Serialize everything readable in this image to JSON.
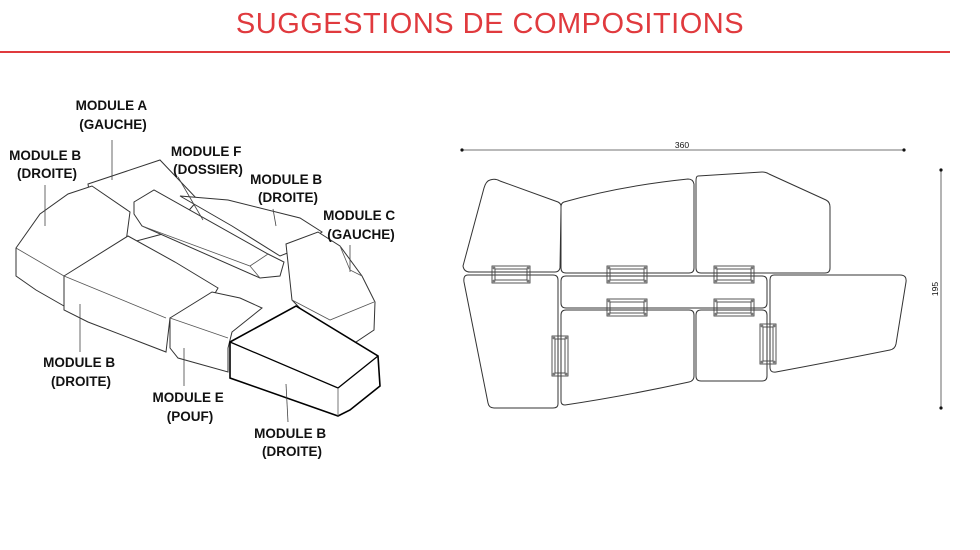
{
  "title": "SUGGESTIONS DE COMPOSITIONS",
  "colors": {
    "accent": "#e03a3e",
    "line": "#333333"
  },
  "labels": {
    "module_a": [
      "MODULE A",
      "(GAUCHE)"
    ],
    "module_b_top": [
      "MODULE B",
      "(DROITE)"
    ],
    "module_f": [
      "MODULE F",
      "(DOSSIER)"
    ],
    "module_b_back": [
      "MODULE B",
      "(DROITE)"
    ],
    "module_c": [
      "MODULE C",
      "(GAUCHE)"
    ],
    "module_b_left": [
      "MODULE B",
      "(DROITE)"
    ],
    "module_e": [
      "MODULE E",
      "(POUF)"
    ],
    "module_b_front": [
      "MODULE B",
      "(DROITE)"
    ]
  },
  "dimensions": {
    "width": "360",
    "depth": "195"
  }
}
